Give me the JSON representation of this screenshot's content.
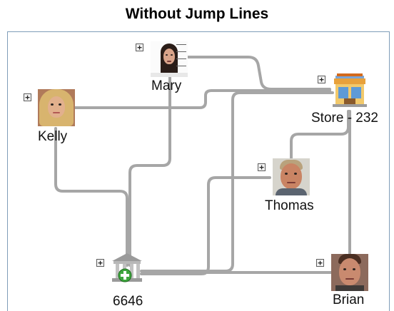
{
  "title": "Without Jump Lines",
  "expand_glyph": "+",
  "nodes": {
    "mary": {
      "label": "Mary",
      "icon": "mugshot-photo-icon"
    },
    "kelly": {
      "label": "Kelly",
      "icon": "person-photo-icon"
    },
    "store": {
      "label": "Store - 232",
      "icon": "store-building-icon"
    },
    "thomas": {
      "label": "Thomas",
      "icon": "person-photo-icon"
    },
    "account": {
      "label": "6646",
      "icon": "bank-account-icon"
    },
    "brian": {
      "label": "Brian",
      "icon": "person-photo-icon"
    }
  },
  "colors": {
    "link": "#a6a6a6",
    "frame": "#7f9db9"
  }
}
